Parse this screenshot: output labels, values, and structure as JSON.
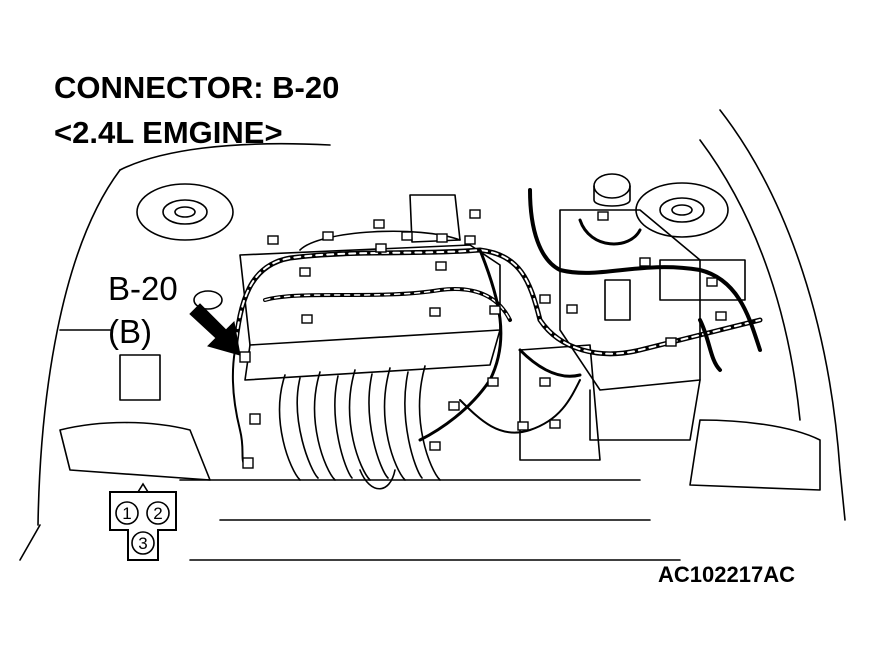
{
  "title": {
    "line1": "CONNECTOR: B-20",
    "line2": "<2.4L EMGINE>"
  },
  "callout": {
    "label": "B-20",
    "sub": "(B)"
  },
  "connector_pins": [
    "1",
    "2",
    "3"
  ],
  "figure_id": "AC102217AC"
}
